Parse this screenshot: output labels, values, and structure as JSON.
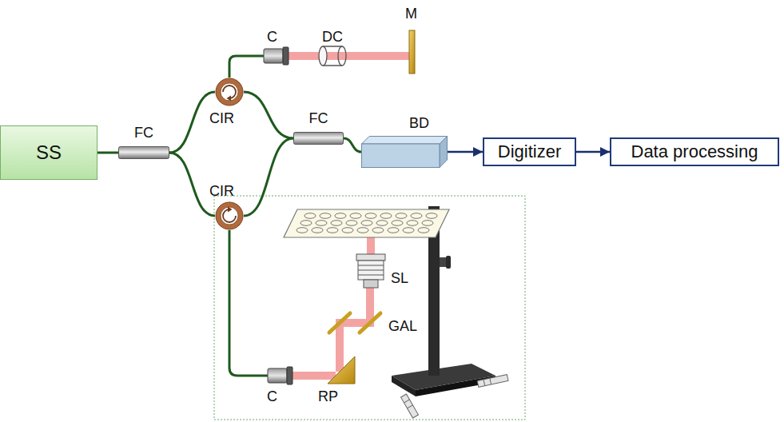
{
  "diagram": {
    "nodes": [
      {
        "text": [
          "SS"
        ]
      },
      {
        "text": [
          "FC"
        ]
      },
      {
        "text": [
          "CIR"
        ]
      },
      {
        "text": [
          "CIR"
        ]
      },
      {
        "text": [
          "FC"
        ]
      },
      {
        "text": [
          "BD"
        ]
      },
      {
        "text": [
          "Digitizer"
        ]
      },
      {
        "text": [
          "Data processing"
        ]
      }
    ],
    "edges": [
      {
        "from": 0,
        "to": 1,
        "arrow": "none"
      },
      {
        "from": 1,
        "to": 2,
        "arrow": "none"
      },
      {
        "from": 1,
        "to": 3,
        "arrow": "none"
      },
      {
        "from": 2,
        "to": 4,
        "arrow": "none"
      },
      {
        "from": 3,
        "to": 4,
        "arrow": "none"
      },
      {
        "from": 4,
        "to": 5,
        "arrow": "none"
      },
      {
        "from": 5,
        "to": 6,
        "arrow": "to"
      },
      {
        "from": 6,
        "to": 7,
        "arrow": "to"
      }
    ],
    "labels": [
      "C",
      "DC",
      "M",
      "SL",
      "GAL",
      "C",
      "RP"
    ]
  }
}
